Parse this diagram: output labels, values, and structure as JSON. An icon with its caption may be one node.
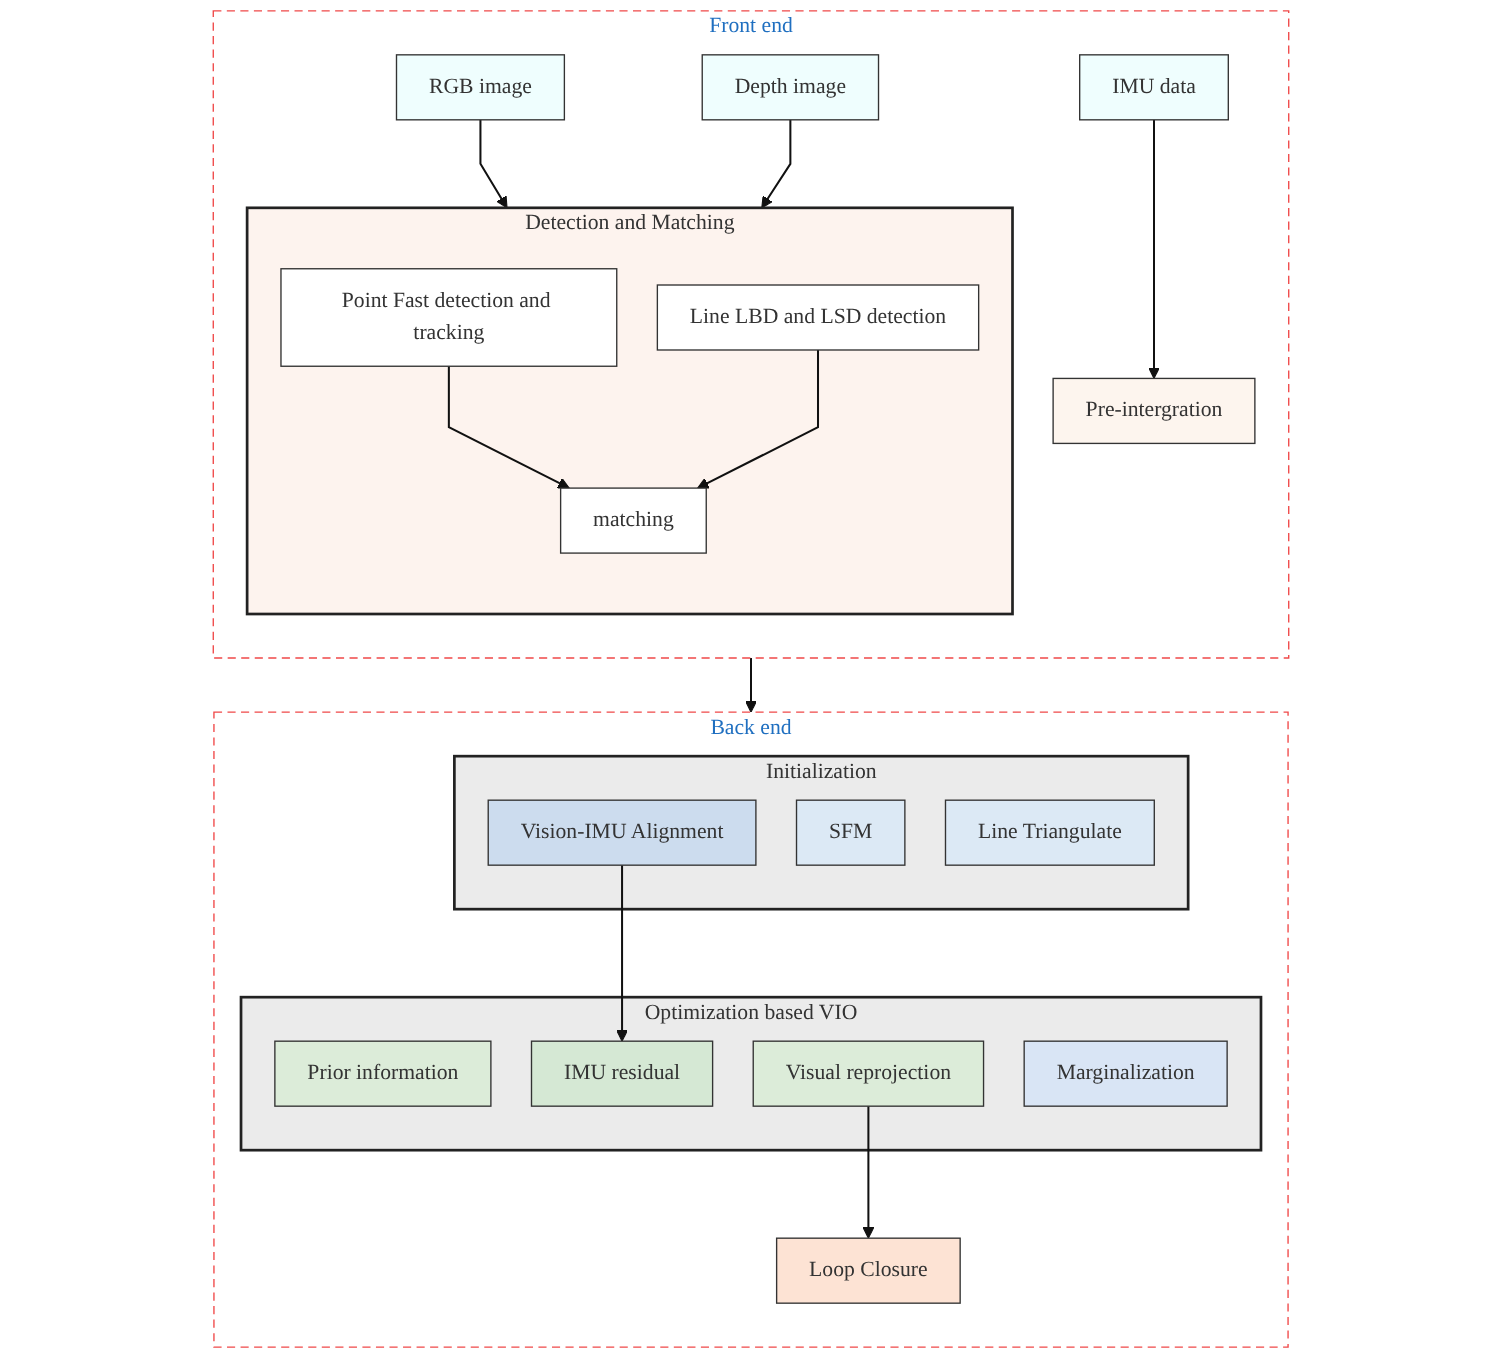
{
  "diagram": {
    "nodes": [
      {
        "text": [
          "Front end"
        ]
      },
      {
        "text": [
          "RGB image"
        ],
        "in": 0
      },
      {
        "text": [
          "Depth image"
        ],
        "in": 0
      },
      {
        "text": [
          "Detection and Matching"
        ],
        "in": 0
      },
      {
        "text": [
          "Point Fast detection and tracking"
        ],
        "in": 3
      },
      {
        "text": [
          "Line LBD and LSD detection"
        ],
        "in": 3
      },
      {
        "text": [
          "matching"
        ],
        "in": 3
      },
      {
        "text": [
          "IMU data"
        ],
        "in": 0
      },
      {
        "text": [
          "Pre-intergration"
        ],
        "in": 0
      },
      {
        "text": [
          "Back end"
        ]
      },
      {
        "text": [
          "Initialization"
        ],
        "in": 9
      },
      {
        "text": [
          "SFM"
        ],
        "in": 10
      },
      {
        "text": [
          "Vision-IMU Alignment"
        ],
        "in": 10
      },
      {
        "text": [
          "Line Triangulate"
        ],
        "in": 10
      },
      {
        "text": [
          "Optimization based VIO"
        ],
        "in": 9
      },
      {
        "text": [
          "Prior information"
        ],
        "in": 14
      },
      {
        "text": [
          "IMU residual"
        ],
        "in": 14
      },
      {
        "text": [
          "Visual reprojection"
        ],
        "in": 14
      },
      {
        "text": [
          "Marginalization"
        ],
        "in": 14
      },
      {
        "text": [
          "Loop Closure"
        ],
        "in": 9
      }
    ],
    "edges": [
      {
        "from": 1,
        "to": 3,
        "arrow": "to"
      },
      {
        "from": 2,
        "to": 3,
        "arrow": "to"
      },
      {
        "from": 4,
        "to": 6,
        "arrow": "to"
      },
      {
        "from": 5,
        "to": 6,
        "arrow": "to"
      },
      {
        "from": 7,
        "to": 8,
        "arrow": "to"
      },
      {
        "from": 0,
        "to": 9,
        "arrow": "to"
      },
      {
        "from": 12,
        "to": 16,
        "arrow": "to"
      },
      {
        "from": 17,
        "to": 19,
        "arrow": "to"
      }
    ]
  }
}
